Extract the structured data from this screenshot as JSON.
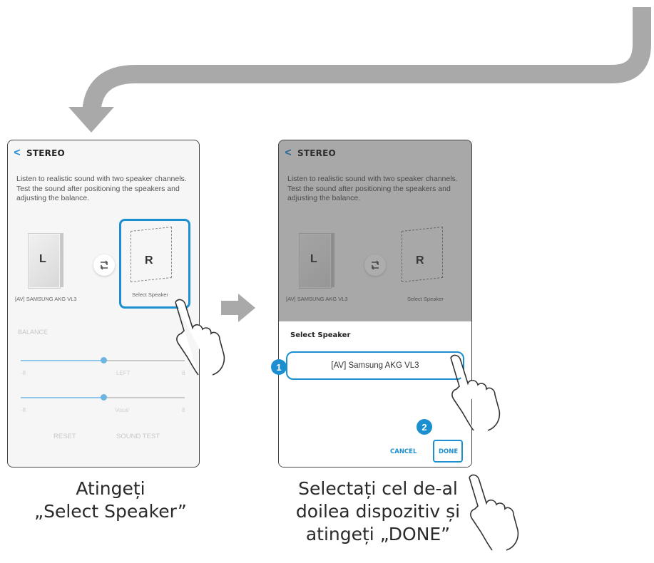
{
  "left_screen": {
    "title": "STEREO",
    "description": "Listen to realistic sound with two speaker channels. Test the sound after positioning the speakers and adjusting the balance.",
    "speaker_left_letter": "L",
    "speaker_right_letter": "R",
    "speaker_left_name": "[AV] SAMSUNG AKG VL3",
    "speaker_right_name": "Select Speaker",
    "balance_label": "BALANCE",
    "slider1_min": "-8",
    "slider1_label": "LEFT",
    "slider1_max": "8",
    "slider2_min": "-8",
    "slider2_label": "Vocal",
    "slider2_max": "8",
    "reset_label": "RESET",
    "sound_test_label": "SOUND TEST"
  },
  "right_screen": {
    "title": "STEREO",
    "description": "Listen to realistic sound with two speaker channels. Test the sound after positioning the speakers and adjusting the balance.",
    "speaker_left_letter": "L",
    "speaker_right_letter": "R",
    "speaker_left_name": "[AV] SAMSUNG AKG VL3",
    "speaker_right_name": "Select Speaker",
    "sheet_title": "Select Speaker",
    "option_label": "[AV] Samsung AKG VL3",
    "cancel_label": "CANCEL",
    "done_label": "DONE",
    "badge1": "1",
    "badge2": "2"
  },
  "captions": {
    "left": "Atingeți\n„Select Speaker”",
    "right": "Selectați cel de-al\ndoilea dispozitiv și\natingeți „DONE”"
  },
  "colors": {
    "accent": "#1c8fd0",
    "arrow": "#a9a9a9"
  },
  "icons": {
    "back": "chevron-left-icon",
    "swap": "swap-icon",
    "hand": "pointing-hand-icon",
    "flow_arrow": "curved-arrow-icon",
    "next_arrow": "right-arrow-icon"
  }
}
